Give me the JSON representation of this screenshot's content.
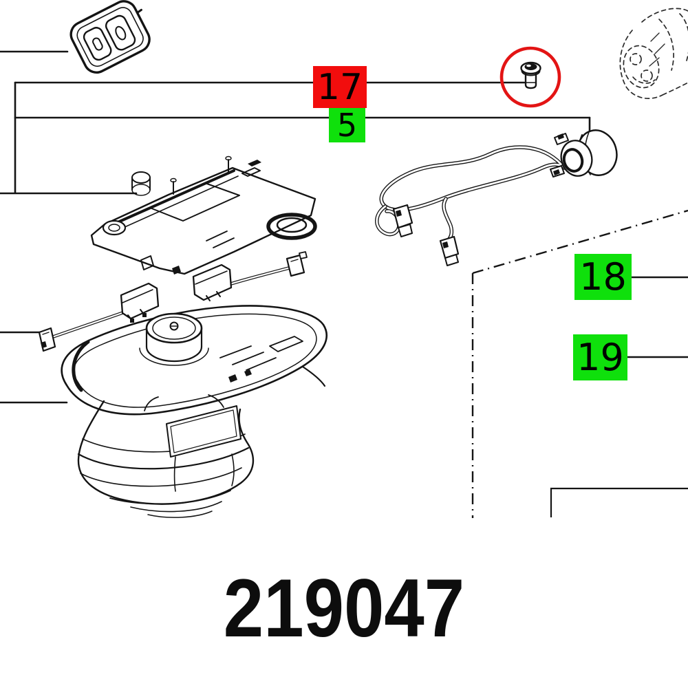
{
  "diagram": {
    "part_number": "219047",
    "callouts": {
      "c17": {
        "label": "17",
        "bg": "#f20d0d",
        "text": "#000000"
      },
      "c5": {
        "label": "5",
        "bg": "#0fe00c",
        "text": "#000000"
      },
      "c18": {
        "label": "18",
        "bg": "#0fe00c",
        "text": "#000000"
      },
      "c19": {
        "label": "19",
        "bg": "#0fe00c",
        "text": "#000000"
      }
    },
    "highlight_circle_color": "#e31414",
    "line_color": "#141414",
    "canvas_bg": "#ffffff"
  }
}
